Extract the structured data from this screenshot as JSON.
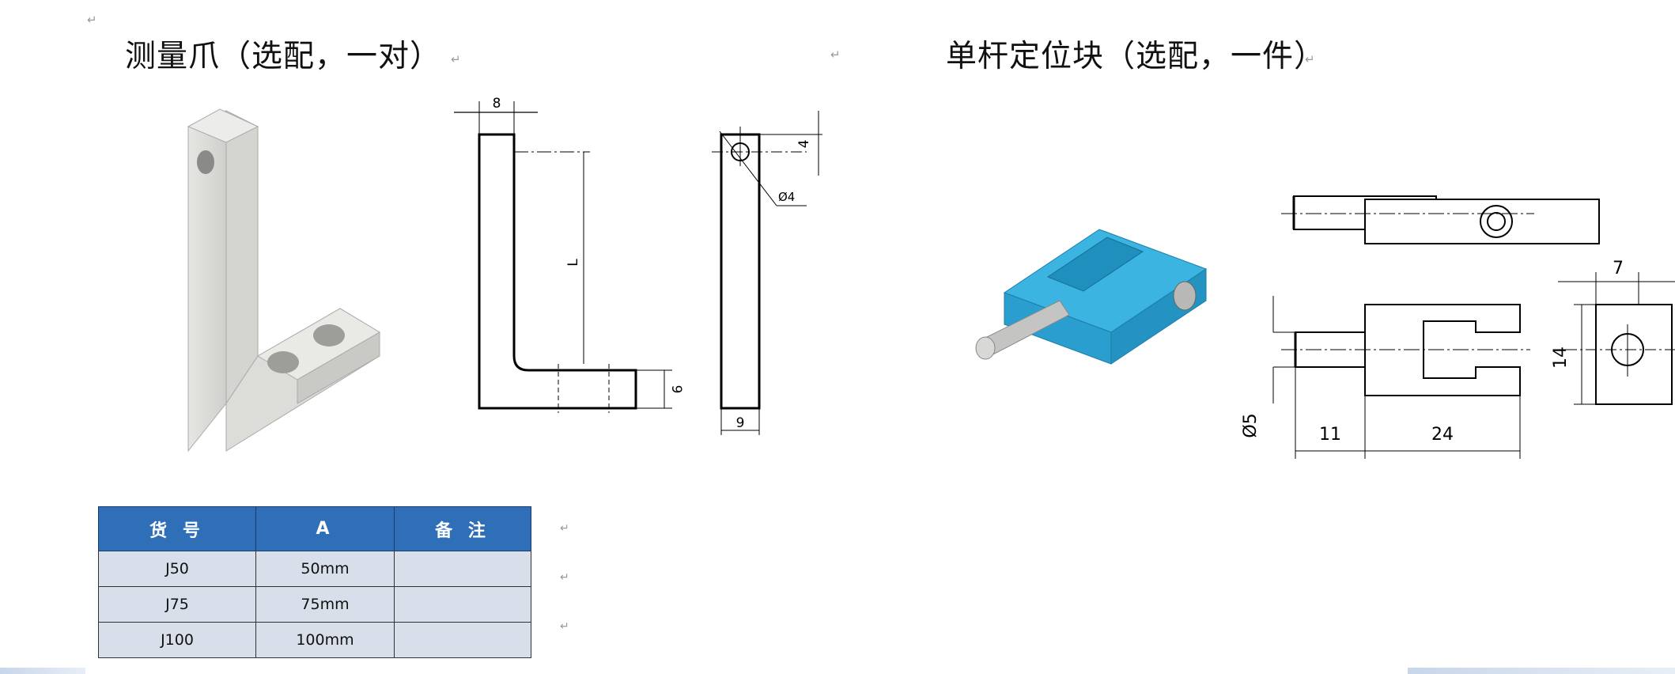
{
  "titles": {
    "left": "测量爪（选配，一对）",
    "right": "单杆定位块（选配，一件）"
  },
  "marks": {
    "paragraph": "↵"
  },
  "drawing_left": {
    "dim_width": "8",
    "dim_length": "L",
    "dim_foot": "9",
    "dim_hole_offset": "4",
    "dim_hole_diameter": "Ø4",
    "dim_thickness": "9"
  },
  "drawing_right": {
    "dim_shaft_diameter": "Ø5",
    "dim_shaft_length": "11",
    "dim_block_length": "24",
    "dim_height": "14",
    "dim_depth": "7"
  },
  "table": {
    "headers": [
      "货 号",
      "A",
      "备 注"
    ],
    "rows": [
      [
        "J50",
        "50mm",
        ""
      ],
      [
        "J75",
        "75mm",
        ""
      ],
      [
        "J100",
        "100mm",
        ""
      ]
    ]
  },
  "colors": {
    "header_blue": "#2e6fb8",
    "cell_bg": "#d9dfea",
    "part_blue": "#2aa4d5",
    "part_gray": "#d8d8d4"
  }
}
